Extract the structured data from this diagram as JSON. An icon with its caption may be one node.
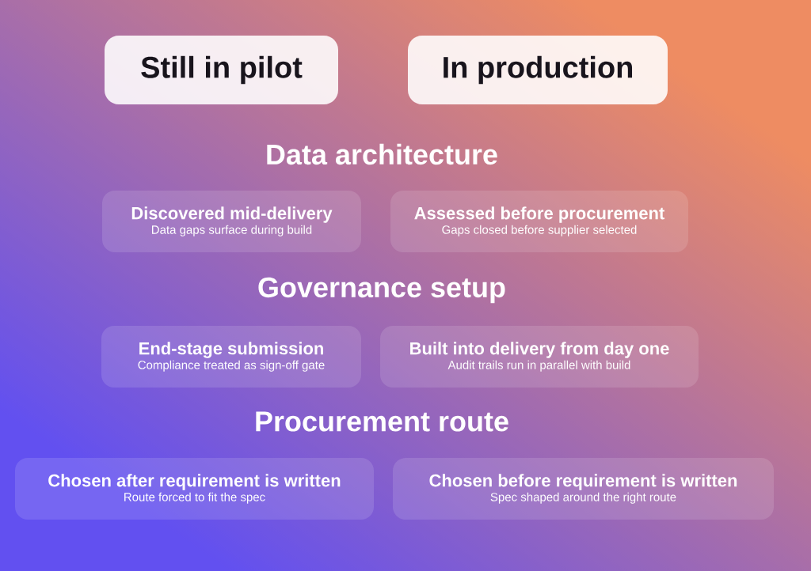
{
  "diagram": {
    "nodes": [
      {
        "text": [
          "Still in pilot"
        ]
      },
      {
        "text": [
          "In production"
        ]
      },
      {
        "text": [
          "Discovered mid-delivery",
          "Data gaps surface during build"
        ]
      },
      {
        "text": [
          "Assessed before procurement",
          "Gaps closed before supplier selected"
        ]
      },
      {
        "text": [
          "End-stage submission",
          "Compliance treated as sign-off gate"
        ]
      },
      {
        "text": [
          "Built into delivery from day one",
          "Audit trails run in parallel with build"
        ]
      },
      {
        "text": [
          "Chosen after requirement is written",
          "Route forced to fit the spec"
        ]
      },
      {
        "text": [
          "Chosen before requirement is written",
          "Spec shaped around the right route"
        ]
      }
    ],
    "labels": [
      "Data architecture",
      "Governance setup",
      "Procurement route"
    ]
  }
}
